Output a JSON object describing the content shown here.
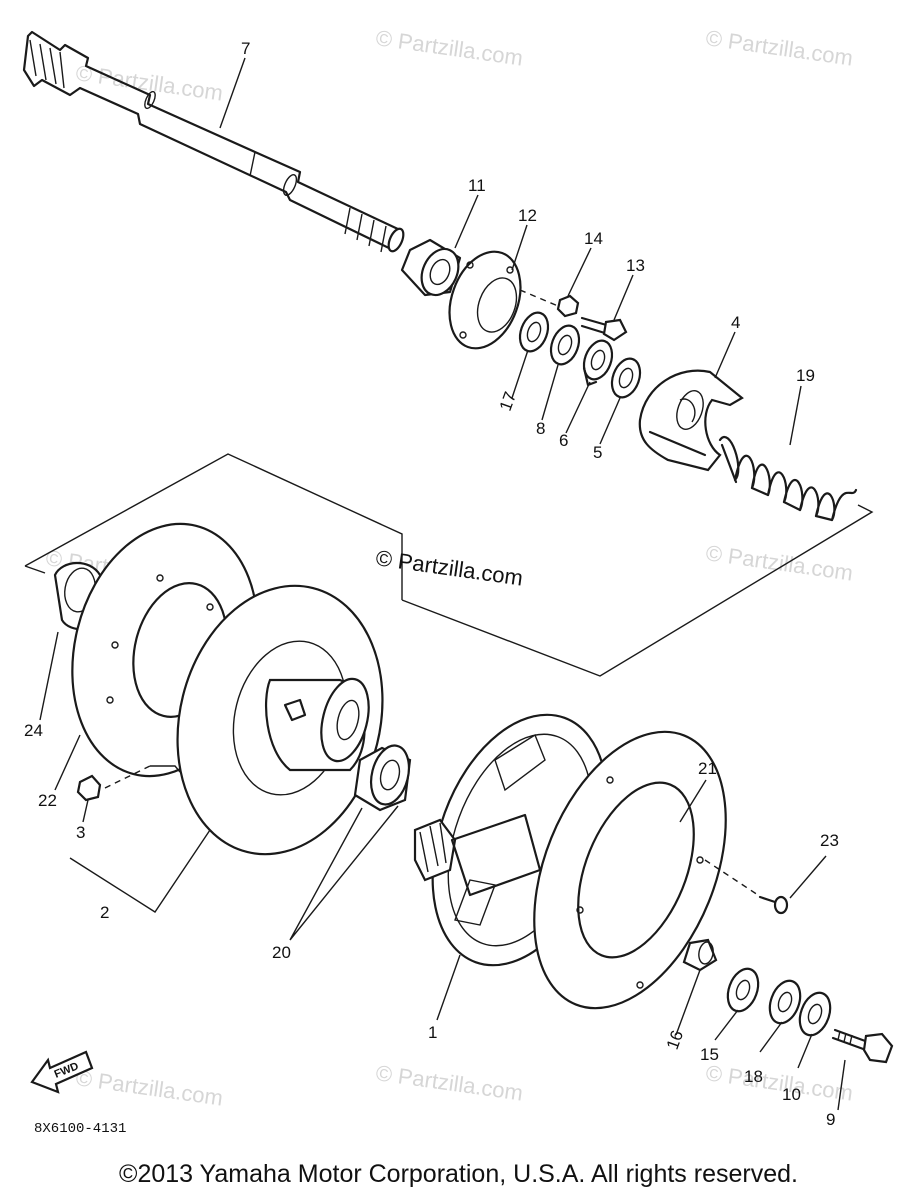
{
  "watermarks": {
    "tl": "© Partzilla.com",
    "tm": "© Partzilla.com",
    "tr": "© Partzilla.com",
    "center": "© Partzilla.com",
    "ml": "© Partzilla.com",
    "mr": "© Partzilla.com",
    "bl": "© Partzilla.com",
    "bm": "© Partzilla.com",
    "br": "© Partzilla.com"
  },
  "callouts": {
    "c1": "1",
    "c2": "2",
    "c3": "3",
    "c4": "4",
    "c5": "5",
    "c6": "6",
    "c7": "7",
    "c8": "8",
    "c9": "9",
    "c10": "10",
    "c11": "11",
    "c12": "12",
    "c13": "13",
    "c14": "14",
    "c15": "15",
    "c16": "16",
    "c17": "17",
    "c18": "18",
    "c19": "19",
    "c20": "20",
    "c21": "21",
    "c22": "22",
    "c23": "23",
    "c24": "24"
  },
  "fwd_label": "FWD",
  "diagram_code": "8X6100-4131",
  "copyright": "©2013  Yamaha Motor Corporation, U.S.A. All rights reserved."
}
